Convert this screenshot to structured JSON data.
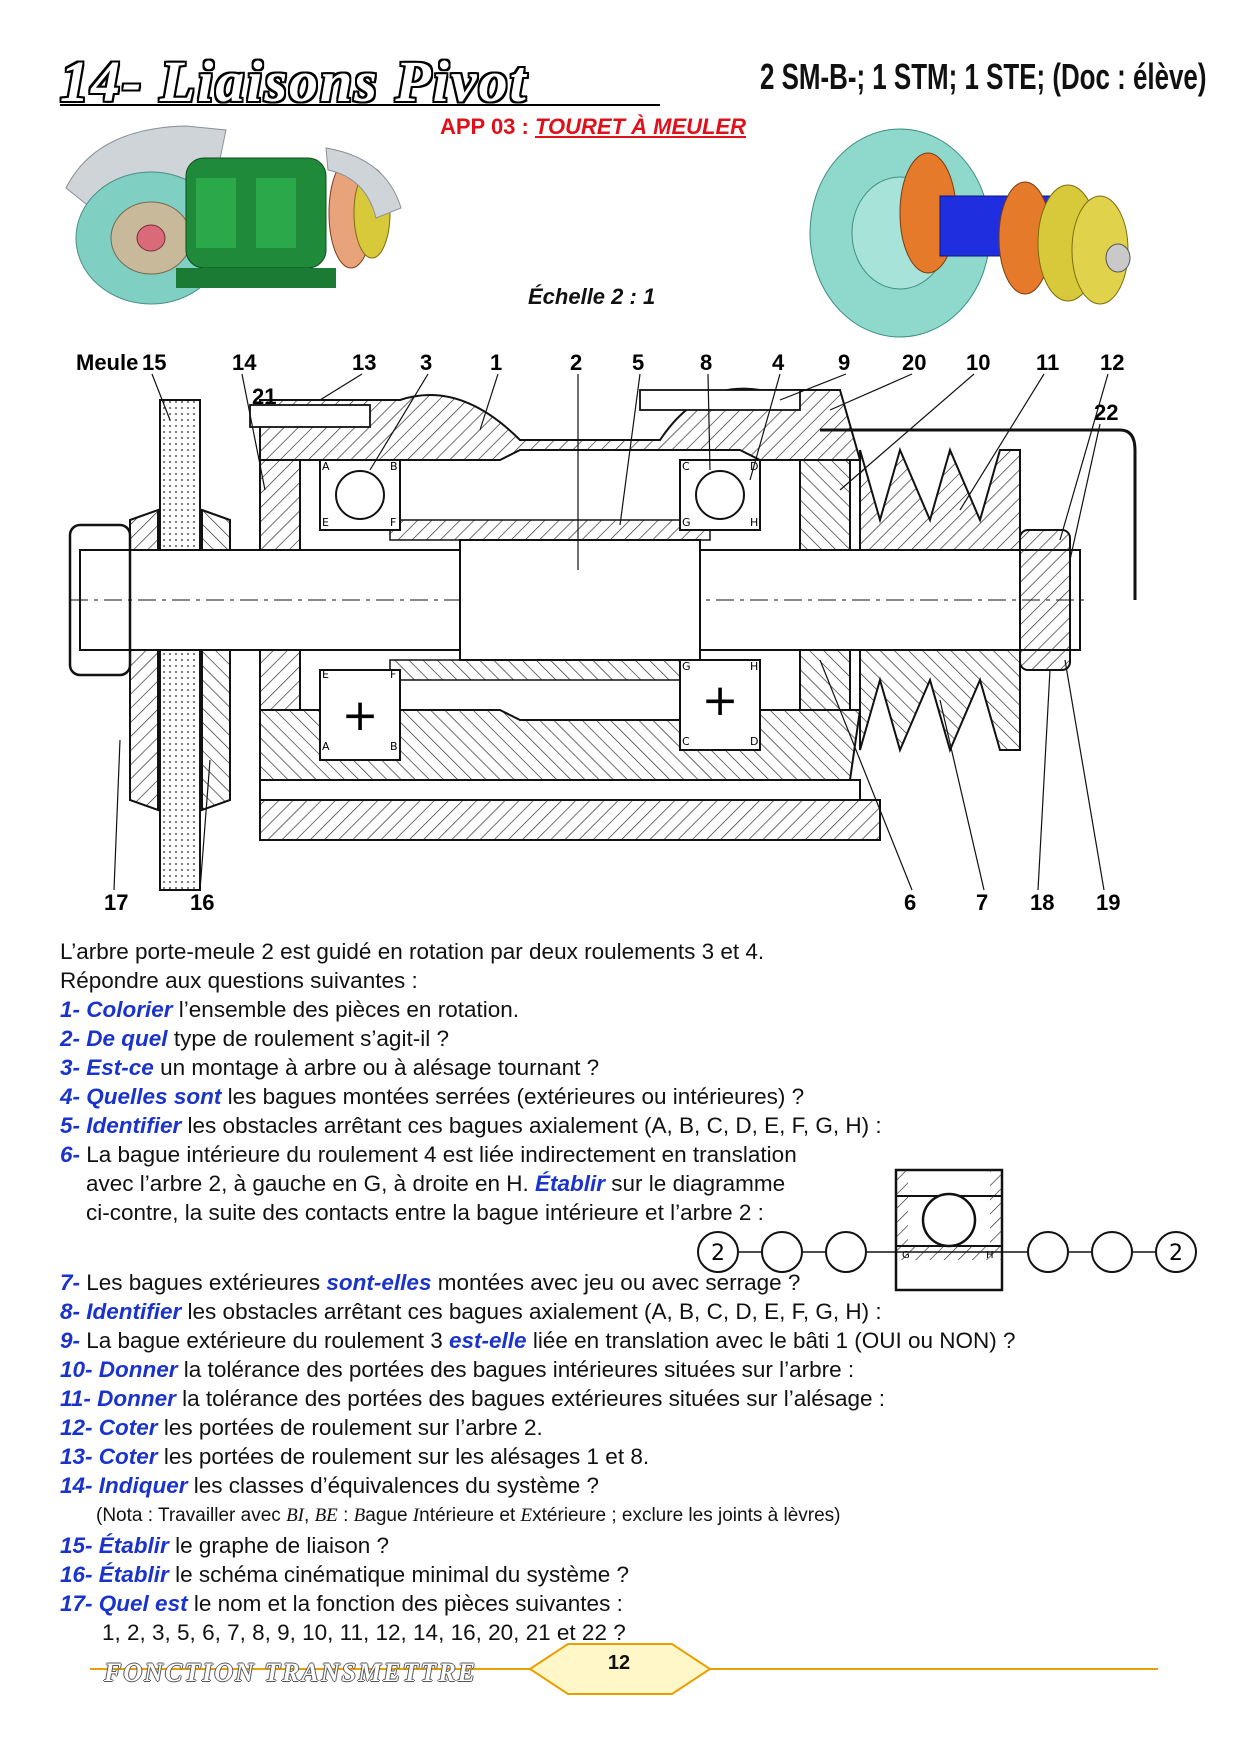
{
  "header": {
    "title": "14- Liaisons Pivot",
    "classes": "2 SM-B-; 1 STM; 1 STE; (Doc : élève)",
    "app_prefix": "APP 03 :",
    "app_name": "TOURET À MEULER",
    "scale": "Échelle 2 : 1"
  },
  "drawing": {
    "meule_label": "Meule",
    "top_callouts": [
      "15",
      "14",
      "21",
      "13",
      "3",
      "1",
      "2",
      "5",
      "8",
      "4",
      "9",
      "20",
      "10",
      "11",
      "12",
      "22"
    ],
    "bottom_callouts": [
      "17",
      "16",
      "6",
      "7",
      "18",
      "19"
    ],
    "obstacle_letters": [
      "A",
      "B",
      "E",
      "F",
      "A",
      "B",
      "E",
      "F",
      "C",
      "D",
      "G",
      "H",
      "G",
      "H",
      "C",
      "D"
    ]
  },
  "intro": [
    "L’arbre porte-meule 2 est guidé en rotation par deux roulements 3 et 4.",
    "Répondre aux questions suivantes :"
  ],
  "questions": [
    {
      "n": "1-",
      "kw": "Colorier",
      "rest": " l’ensemble des pièces en rotation."
    },
    {
      "n": "2-",
      "kw": "De quel",
      "rest": " type de roulement s’agit-il ?"
    },
    {
      "n": "3-",
      "kw": "Est-ce",
      "rest": " un montage à arbre ou à alésage tournant ?"
    },
    {
      "n": "4-",
      "kw": "Quelles sont",
      "rest": " les bagues montées serrées (extérieures ou intérieures) ?"
    },
    {
      "n": "5-",
      "kw": "Identifier",
      "rest": " les obstacles arrêtant ces bagues axialement (A, B, C, D, E, F, G, H) :"
    },
    {
      "n": "6-",
      "pre": " La bague intérieure du roulement 4 est liée indirectement en translation"
    },
    {
      "n": "",
      "pre": "avec l’arbre 2, à gauche en G, à droite en H. ",
      "kw": "Établir",
      "rest": " sur le diagramme"
    },
    {
      "n": "",
      "pre": "ci-contre, la suite des contacts entre la bague intérieure et l’arbre 2 :"
    },
    {
      "n": "7-",
      "pre": " Les bagues extérieures ",
      "kw": "sont-elles",
      "rest": " montées avec jeu ou avec serrage ?"
    },
    {
      "n": "8-",
      "kw": "Identifier",
      "rest": " les obstacles arrêtant ces bagues axialement (A, B, C, D, E, F, G, H) :"
    },
    {
      "n": "9-",
      "pre": " La bague extérieure du roulement 3 ",
      "kw": "est-elle",
      "rest": " liée en translation avec le bâti 1 (OUI ou NON) ?"
    },
    {
      "n": "10-",
      "kw": "Donner",
      "rest": " la tolérance des portées des bagues intérieures situées sur l’arbre :"
    },
    {
      "n": "11-",
      "kw": "Donner",
      "rest": " la tolérance des portées des bagues extérieures situées sur l’alésage :"
    },
    {
      "n": "12-",
      "kw": "Coter",
      "rest": " les portées de roulement sur l’arbre 2."
    },
    {
      "n": "13-",
      "kw": "Coter",
      "rest": " les portées de roulement sur les alésages 1 et 8."
    },
    {
      "n": "14-",
      "kw": "Indiquer",
      "rest": " les classes d’équivalences du système ?"
    },
    {
      "n": "15-",
      "kw": "Établir",
      "rest": " le graphe de liaison ?"
    },
    {
      "n": "16-",
      "kw": "Établir",
      "rest": " le schéma cinématique minimal du système ?"
    },
    {
      "n": "17-",
      "kw": "Quel est",
      "rest": " le nom et la fonction des pièces suivantes :"
    }
  ],
  "nota": {
    "a": "(Nota : Travailler avec ",
    "bi": "BI",
    "sep1": ", ",
    "be": "BE",
    "b": " : ",
    "bl": "B",
    "c": "ague ",
    "il": "I",
    "d": "ntérieure et ",
    "el": "E",
    "e": "xtérieure ; exclure les joints à lèvres)"
  },
  "parts_list": "1, 2, 3, 5, 6, 7, 8, 9, 10, 11, 12, 14, 16, 20, 21 et 22 ?",
  "diagram": {
    "left_node": "2",
    "right_node": "2",
    "g_label": "G",
    "h_label": "H"
  },
  "footer": {
    "title": "FONCTION TRANSMETTRE",
    "page": "12"
  },
  "colors": {
    "red": "#e0101a",
    "blue": "#1a33cc",
    "gold": "#e8a000"
  }
}
